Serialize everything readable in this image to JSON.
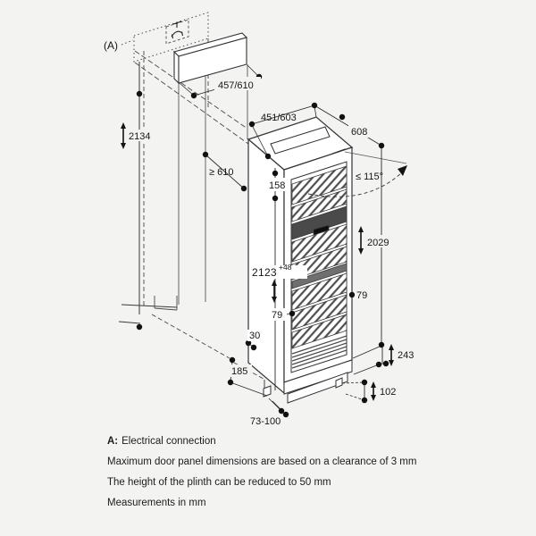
{
  "colors": {
    "background": "#f3f3f2",
    "line": "#2e2e2e",
    "dim_ink": "#141414",
    "control_panel_dark": "#4a4a4a",
    "display_black": "#0f0f0f",
    "shelf_dark": "#6f6f6f"
  },
  "diagram": {
    "marker_a": "(A)",
    "dims": {
      "niche_height": "2134",
      "niche_depth": "≥ 610",
      "door_panel_width": "457/610",
      "cabinet_width": "451/603",
      "cabinet_depth": "608",
      "top_clearance": "158",
      "door_opening_angle": "≤ 115°",
      "door_panel_height": "2029",
      "appliance_height": "2123",
      "appliance_height_tolerance": "+48",
      "hinge_offset_left": "79",
      "hinge_offset_right": "79",
      "plinth_recess": "30",
      "plinth_depth": "185",
      "lower_clearance": "243",
      "plinth_panel_height": "102",
      "plinth_height_range": "73-100"
    }
  },
  "notes": {
    "a_prefix": "A:",
    "a_text": "Electrical connection",
    "clearance": "Maximum door panel dimensions are based on a clearance of 3 mm",
    "plinth": "The height of the plinth can be reduced to 50 mm",
    "units": "Measurements in mm"
  }
}
